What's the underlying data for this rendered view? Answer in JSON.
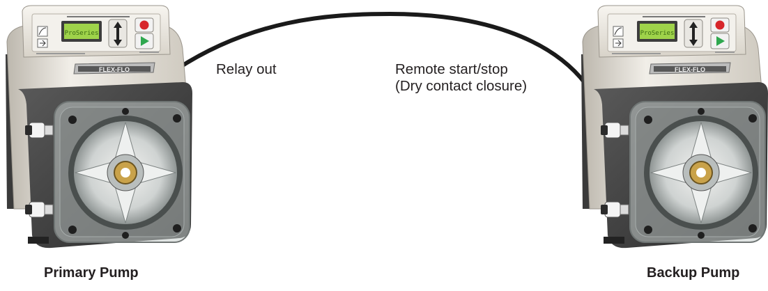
{
  "labels": {
    "relay_out": "Relay out",
    "remote_line1": "Remote start/stop",
    "remote_line2": "(Dry contact closure)"
  },
  "captions": {
    "primary": "Primary Pump",
    "backup": "Backup Pump"
  },
  "pump": {
    "brand": "FLEX-FLO",
    "display_text": "ProSeries",
    "panel_title": "A3V Series | Peristaltic Metering Pump"
  },
  "colors": {
    "cable": "#1a1a1a",
    "housing": "#e6e3dc",
    "lcd": "#9fd34a",
    "stop_button": "#d7262b",
    "start_button": "#2fa84f"
  }
}
